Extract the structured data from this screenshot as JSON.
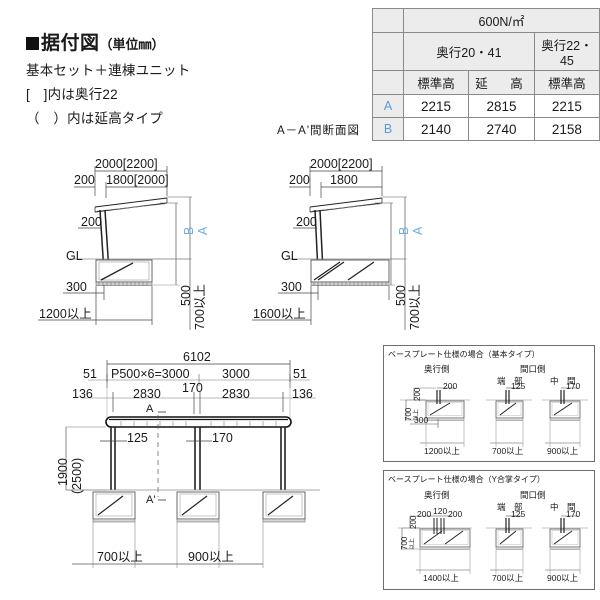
{
  "title": {
    "marker": "■",
    "main": "据付図",
    "unit": "（単位㎜）",
    "line1": "基本セット＋連棟ユニット",
    "line2": "[　]内は奥行22",
    "line3": "（　）内は延高タイプ"
  },
  "spec_table": {
    "load_header": "600N/㎡",
    "depth_groups": [
      "奥行20・41",
      "奥行22・45"
    ],
    "sub_headers": [
      "標準高",
      "延　高",
      "標準高"
    ],
    "rows": [
      {
        "label": "A",
        "values": [
          "2215",
          "2815",
          "2215"
        ]
      },
      {
        "label": "B",
        "values": [
          "2140",
          "2740",
          "2158"
        ]
      }
    ],
    "row_label_color": "#5b9bd5",
    "header_fill": "#ececec"
  },
  "section_caption": "A－A'間断面図",
  "section_left": {
    "dim_top_outer": "2000[2200]",
    "dim_top_inner": "1800[2000]",
    "dim_eave": "200",
    "dim_post_offset": "200",
    "label_gl": "GL",
    "dim_base_left": "300",
    "dim_clear_width": "1200以上",
    "dim_depth_500": "500",
    "dim_depth_700": "700以上",
    "height_a": "A",
    "height_b": "B"
  },
  "section_right": {
    "dim_top_outer": "2000[2200]",
    "dim_top_inner": "1800",
    "dim_eave": "200",
    "dim_post_offset": "200",
    "label_gl": "GL",
    "dim_base_left": "300",
    "dim_clear_width": "1600以上",
    "dim_depth_500": "500",
    "dim_depth_700": "700以上",
    "height_a": "A",
    "height_b": "B"
  },
  "plan": {
    "total_width": "6102",
    "end_left": "51",
    "end_right": "51",
    "span_left": "P500×6=3000",
    "span_right": "3000",
    "edge_left": "136",
    "edge_right": "136",
    "bay_left": "2830",
    "bay_right": "2830",
    "center_post": "170",
    "post_left_size": "125",
    "post_mid_size": "170",
    "height_main": "1900",
    "height_alt": "(2500)",
    "footer_left": "700以上",
    "footer_right": "900以上",
    "section_mark_top": "A",
    "section_mark_bottom": "A'"
  },
  "detail_basic": {
    "title": "ベースプレート仕様の場合（基本タイプ）",
    "group_left": "奥行側",
    "group_right": "間口側",
    "sub_end": "端　部",
    "sub_mid": "中　間",
    "left_top_dim": "200",
    "left_vert_200": "200",
    "left_vert_700": "700",
    "left_vert_700_suffix": "以上",
    "left_300": "300",
    "left_bottom": "1200以上",
    "end_top_dim": "125",
    "end_bottom": "700以上",
    "mid_top_dim": "170",
    "mid_bottom": "900以上"
  },
  "detail_y": {
    "title": "ベースプレート仕様の場合（Y合掌タイプ）",
    "group_left": "奥行側",
    "group_right": "間口側",
    "sub_end": "端　部",
    "sub_mid": "中　間",
    "left_dims": [
      "200",
      "120",
      "200"
    ],
    "left_vert_200": "200",
    "left_vert_700": "700",
    "left_vert_700_suffix": "以上",
    "left_bottom": "1400以上",
    "end_top_dim": "125",
    "end_bottom": "700以上",
    "mid_top_dim": "170",
    "mid_bottom": "900以上"
  }
}
